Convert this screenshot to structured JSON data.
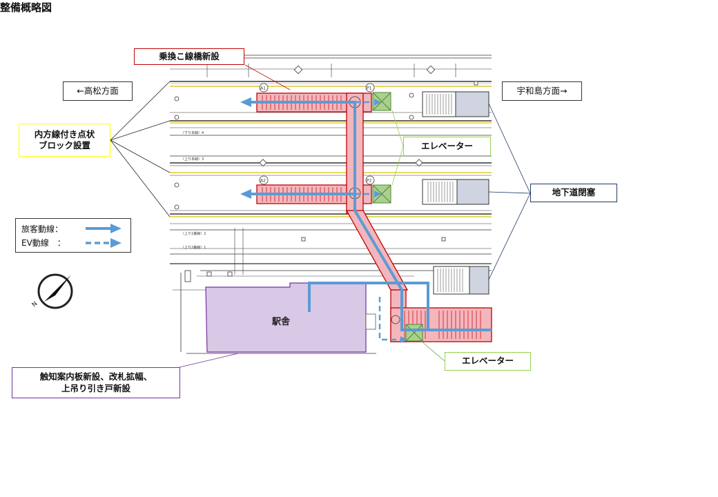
{
  "title": "整備概略図",
  "labels": {
    "transfer_bridge": "乗換こ線橋新設",
    "takamatsu": "←高松方面",
    "uwajima": "宇和島方面→",
    "tactile_blocks_line1": "内方線付き点状",
    "tactile_blocks_line2": "ブロック設置",
    "elevator_upper": "エレベーター",
    "elevator_lower": "エレベーター",
    "underpass_closure": "地下道閉塞",
    "station_building": "駅舎",
    "station_note_line1": "触知案内板新設、改札拡幅、",
    "station_note_line2": "上吊り引き戸新設"
  },
  "legend": {
    "passenger_flow": "旅客動線：",
    "ev_flow": "EV動線　："
  },
  "plan_marks": {
    "a1": "A1",
    "a2": "A2",
    "p1": "P1",
    "p2": "P2",
    "track_down_main": "（下り本線）4",
    "track_up_main": "（上り本線）3",
    "track_up1": "（上り1番線）2",
    "track_up2": "（上り2番線）1"
  },
  "colors": {
    "flow_blue": "#5b9bd5",
    "bridge_red": "#c00000",
    "bridge_fill": "#f4b6bd",
    "elevator_green": "#a9d18e",
    "station_fill": "#d9c8e6",
    "callout_yellow": "#ffff00",
    "callout_green": "#92d050",
    "callout_navy": "#1f3864",
    "callout_purple": "#7030a0"
  }
}
